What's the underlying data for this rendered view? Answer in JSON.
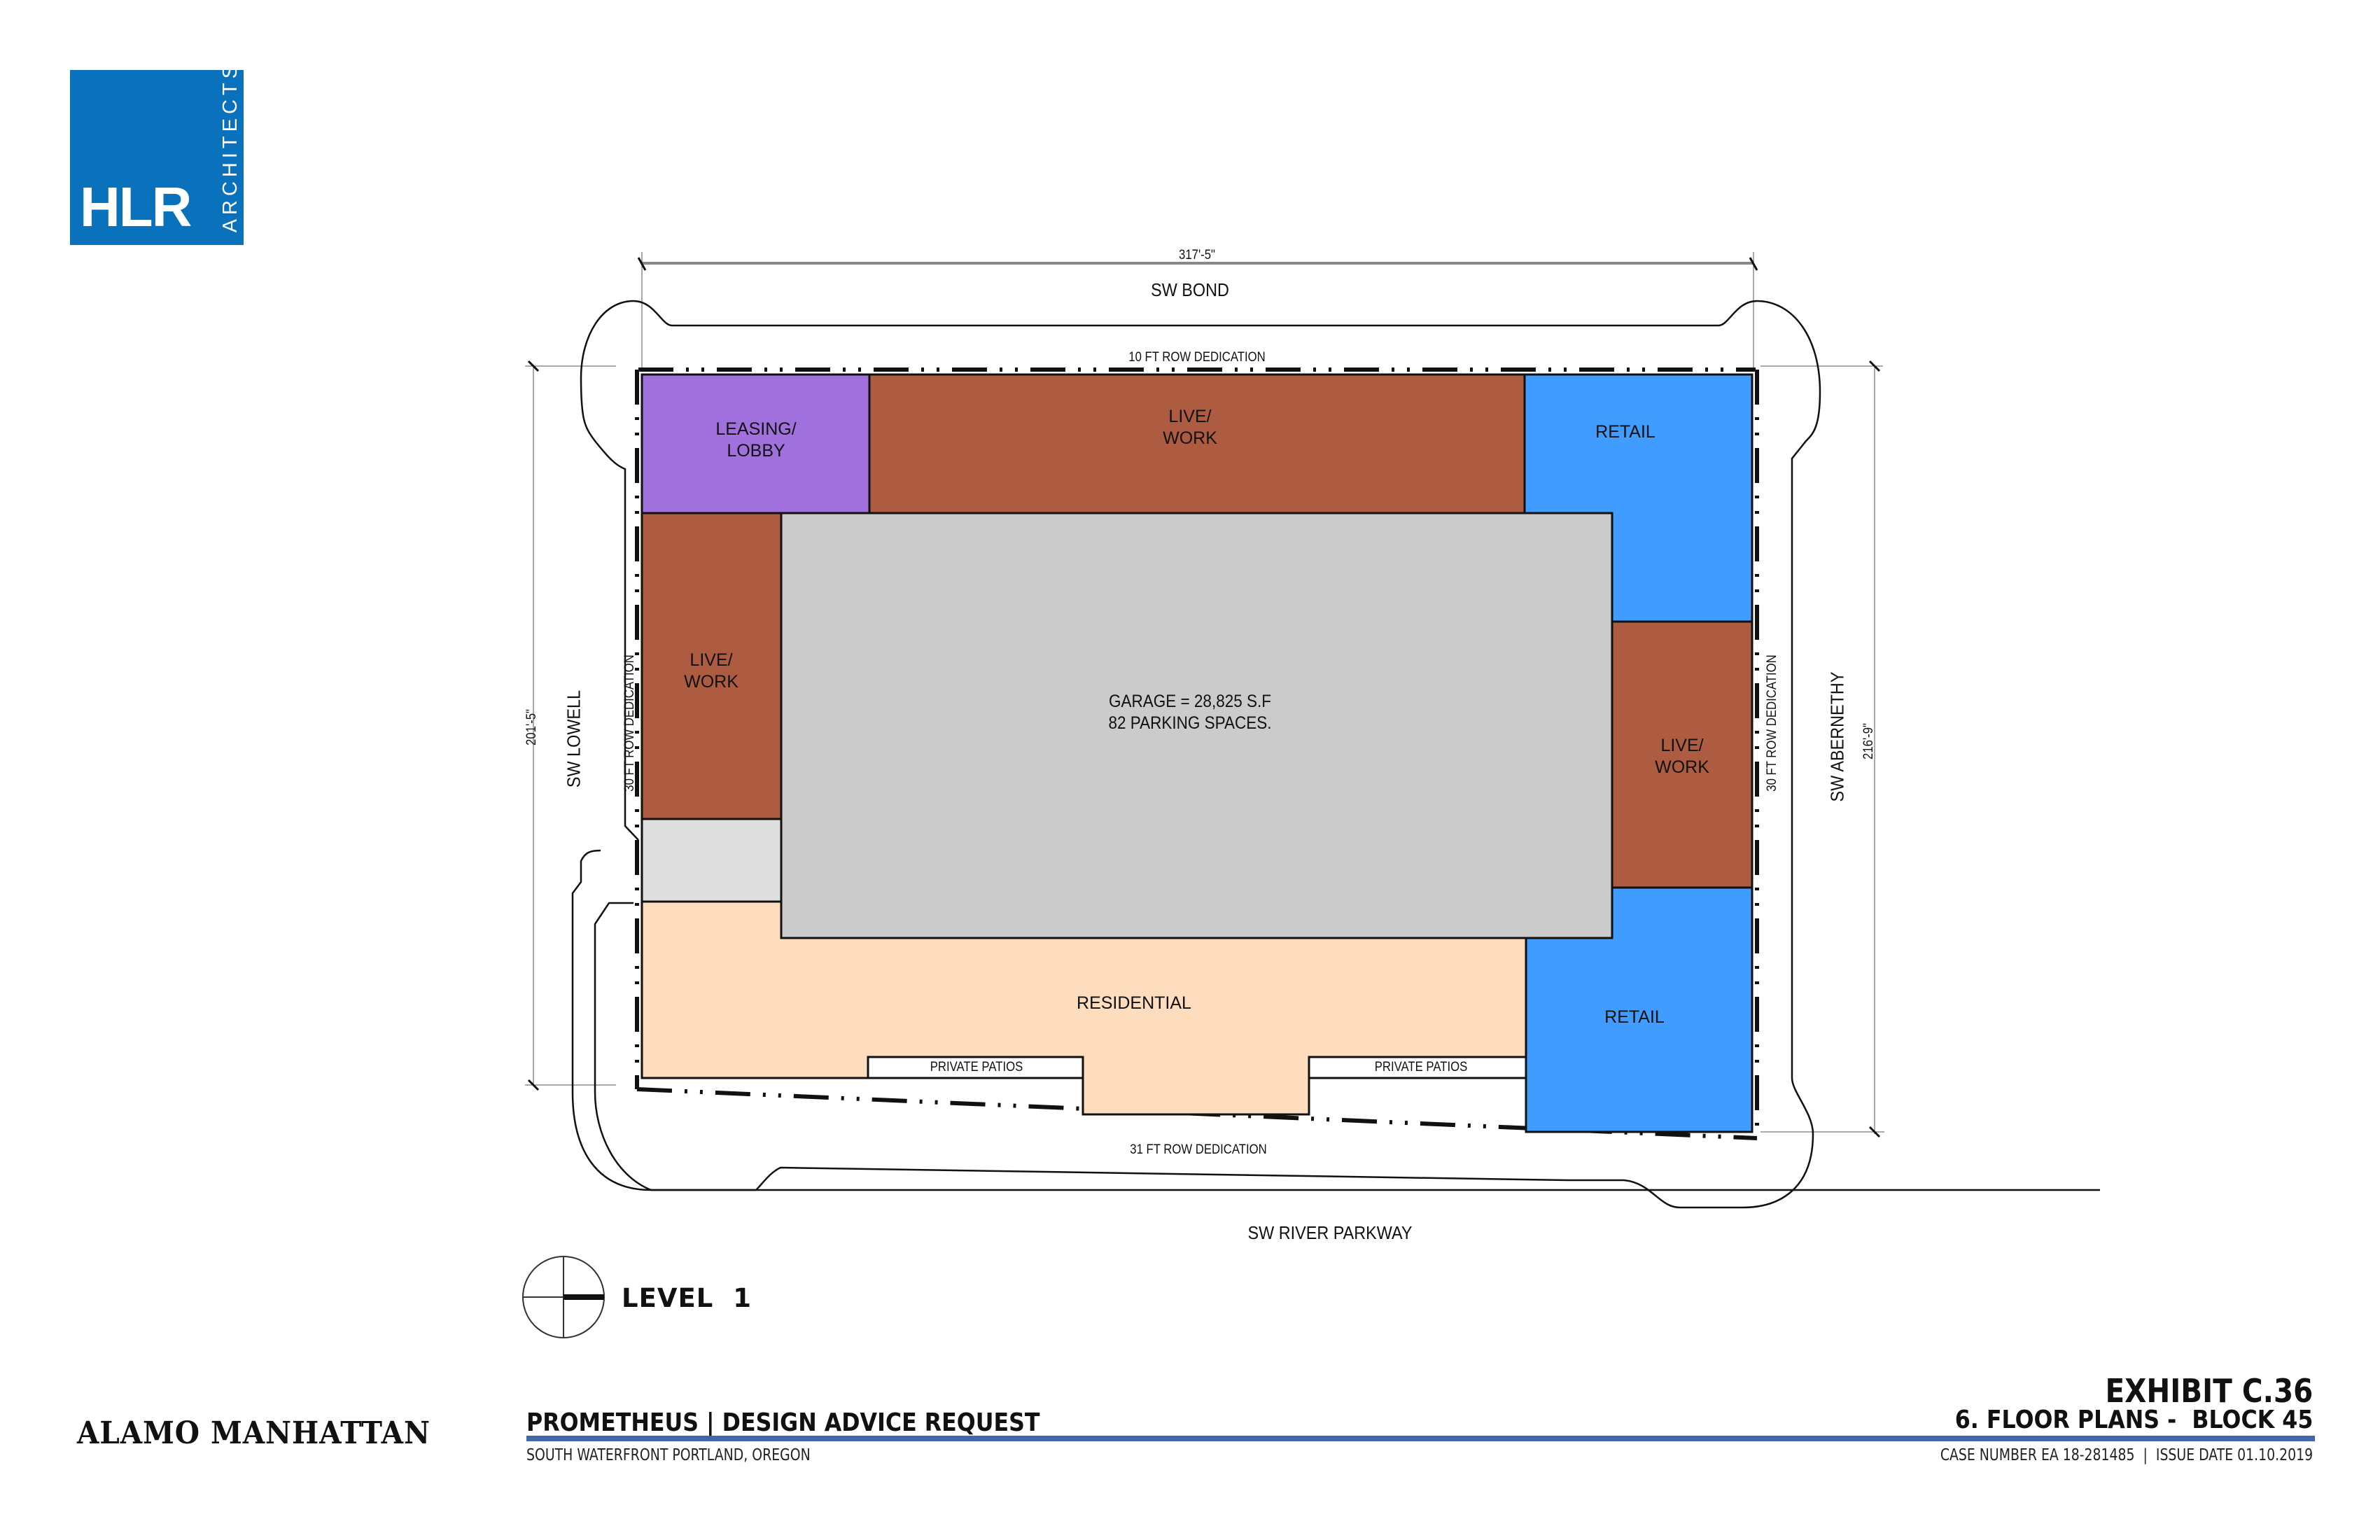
{
  "logo": {
    "firm_short": "HLR",
    "firm_suffix": "ARCHITECTS",
    "color": "#0a72bd"
  },
  "plan": {
    "dimensions": {
      "top_width": "317'-5\"",
      "left_height": "201'-5\"",
      "right_height": "216'-9\""
    },
    "streets": {
      "north": "SW BOND",
      "west": "SW LOWELL",
      "east": "SW ABERNETHY",
      "south": "SW RIVER PARKWAY"
    },
    "dedications": {
      "north": "10 FT ROW DEDICATION",
      "west": "30 FT ROW DEDICATION",
      "east": "30 FT ROW DEDICATION",
      "south": "31 FT ROW DEDICATION"
    },
    "rooms": [
      {
        "id": "leasing-lobby",
        "line1": "LEASING/",
        "line2": "LOBBY",
        "color": "#a070dc"
      },
      {
        "id": "live-work-north",
        "line1": "LIVE/",
        "line2": "WORK",
        "color": "#ad5c41"
      },
      {
        "id": "retail-north",
        "line1": "RETAIL",
        "line2": "",
        "color": "#409cff"
      },
      {
        "id": "live-work-west",
        "line1": "LIVE/",
        "line2": "WORK",
        "color": "#ad5c41"
      },
      {
        "id": "garage",
        "line1": "GARAGE = 28,825 S.F",
        "line2": "82 PARKING SPACES.",
        "color": "#cbcbcb"
      },
      {
        "id": "live-work-east",
        "line1": "LIVE/",
        "line2": "WORK",
        "color": "#ad5c41"
      },
      {
        "id": "residential",
        "line1": "RESIDENTIAL",
        "line2": "",
        "color": "#fedcbe"
      },
      {
        "id": "retail-south",
        "line1": "RETAIL",
        "line2": "",
        "color": "#409cff"
      }
    ],
    "patios": [
      "PRIVATE PATIOS",
      "PRIVATE PATIOS"
    ],
    "level_label": "LEVEL  1",
    "service_area_color": "#dedede"
  },
  "footer": {
    "developer": "ALAMO MANHATTAN",
    "project_title": "PROMETHEUS | DESIGN ADVICE REQUEST",
    "location": "SOUTH WATERFRONT PORTLAND, OREGON",
    "exhibit": "EXHIBIT C.36",
    "section": "6. FLOOR PLANS -  BLOCK 45",
    "case_info": "CASE NUMBER EA 18-281485  |  ISSUE DATE 01.10.2019",
    "bar_color": "#4267a8"
  }
}
